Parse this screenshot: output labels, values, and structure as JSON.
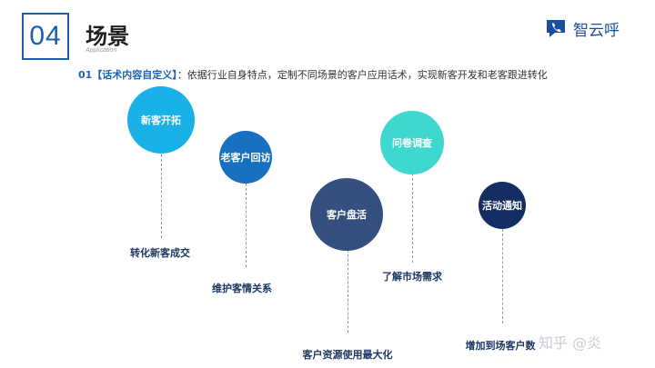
{
  "header": {
    "number": "04",
    "title": "场景",
    "subtitle": "Application"
  },
  "logo": {
    "text": "智云呼",
    "icon": "phone-bubble-icon",
    "color": "#1a4fa0"
  },
  "description": {
    "lead": "01【话术内容自定义】",
    "text": "：依据行业自身特点，定制不同场景的客户应用话术，实现新客开发和老客跟进转化"
  },
  "scenes": [
    {
      "circle_label": "新客开拓",
      "caption": "转化新客成交",
      "color": "#1ab0e8"
    },
    {
      "circle_label": "老客户回访",
      "caption": "维护客情关系",
      "color": "#1870c0"
    },
    {
      "circle_label": "客户盘活",
      "caption": "客户资源使用最大化",
      "color": "#34507e"
    },
    {
      "circle_label": "问卷调查",
      "caption": "了解市场需求",
      "color": "#3fd8d0"
    },
    {
      "circle_label": "活动通知",
      "caption": "增加到场客户数",
      "color": "#142e63"
    }
  ],
  "watermark": "知乎 @炎"
}
